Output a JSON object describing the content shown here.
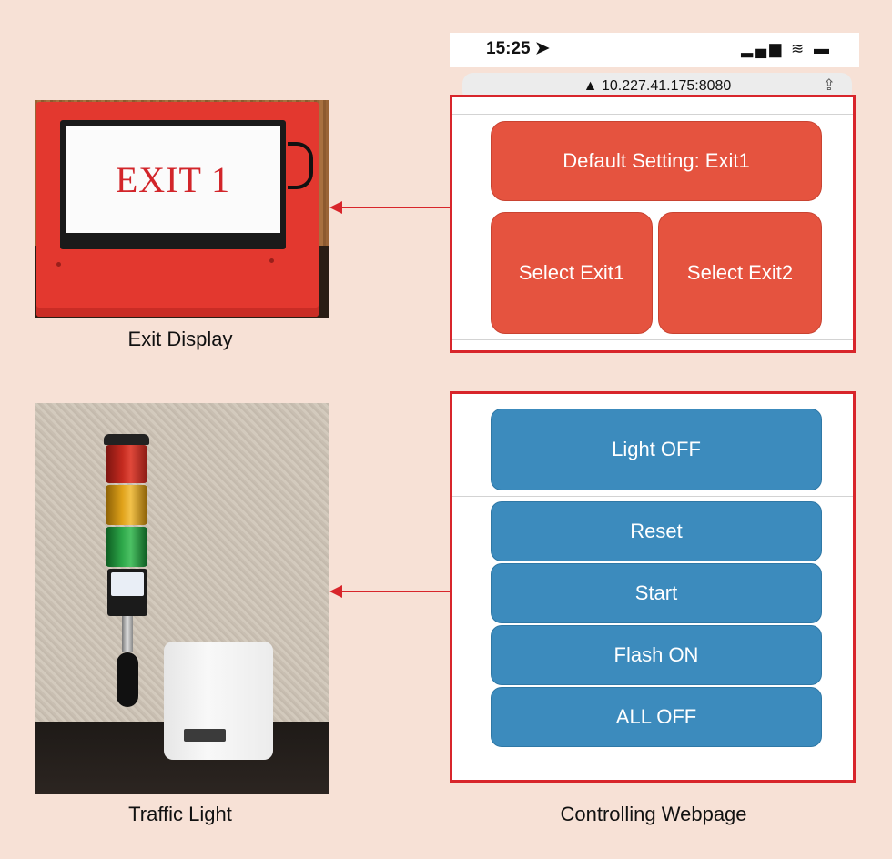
{
  "phone": {
    "time": "15:25 ➤",
    "status_icons": "▂▄▆ ≋ ▬",
    "url": "▲ 10.227.41.175:8080",
    "share_icon": "⇪"
  },
  "exit_display": {
    "screen_text": "EXIT 1",
    "caption": "Exit Display"
  },
  "traffic_light": {
    "caption": "Traffic Light"
  },
  "webpage": {
    "caption": "Controlling Webpage",
    "exit_buttons": {
      "default": "Default Setting: Exit1",
      "select1": "Select Exit1",
      "select2": "Select Exit2"
    },
    "light_buttons": {
      "light_off": "Light OFF",
      "reset": "Reset",
      "start": "Start",
      "flash_on": "Flash ON",
      "all_off": "ALL OFF"
    }
  },
  "colors": {
    "background": "#f7e1d6",
    "highlight_border": "#d8252b",
    "exit_button": "#e5533f",
    "light_button": "#3c8bbd"
  }
}
